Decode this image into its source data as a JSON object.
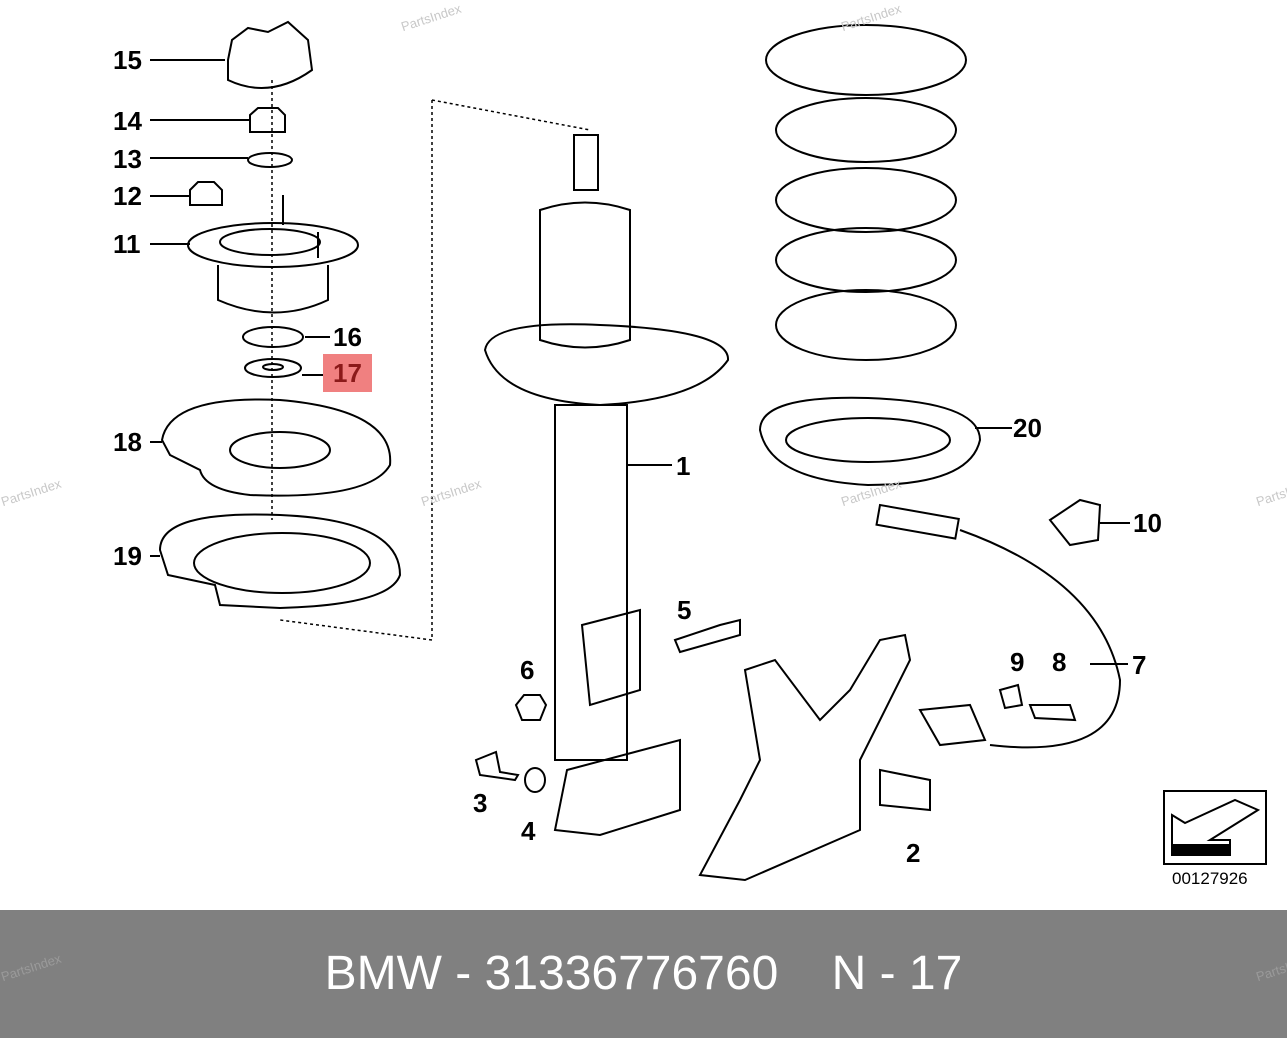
{
  "brand": "BMW",
  "part_number": "31336776760",
  "footer": {
    "text": "BMW - 31336776760    N - 17"
  },
  "highlighted_callout": "17",
  "colors": {
    "highlight_bg": "#f08080",
    "highlight_text": "#8b1a1a",
    "footer_bg": "#808080"
  },
  "diagram_id": "00127926",
  "watermark": "PartsIndex",
  "callouts": [
    "15",
    "14",
    "13",
    "12",
    "11",
    "16",
    "17",
    "18",
    "19",
    "1",
    "20",
    "10",
    "5",
    "6",
    "9",
    "8",
    "7",
    "3",
    "4",
    "2"
  ]
}
